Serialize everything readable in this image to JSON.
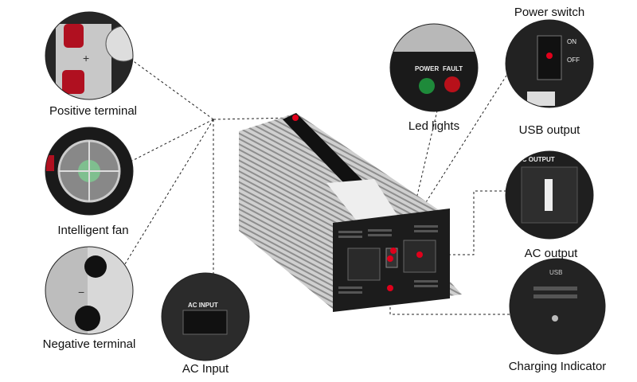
{
  "labels": {
    "positive_terminal": "Positive terminal",
    "intelligent_fan": "Intelligent fan",
    "negative_terminal": "Negative terminal",
    "ac_input": "AC Input",
    "led_lights": "Led lights",
    "power_switch": "Power switch",
    "usb_output": "USB output",
    "ac_output": "AC output",
    "charging_indicator": "Charging Indicator"
  },
  "detail_text": {
    "plus": "+",
    "minus": "−",
    "ac_input_panel": "AC INPUT",
    "power": "POWER",
    "fault": "FAULT",
    "on": "ON",
    "off": "OFF",
    "ac_output_panel": "AC OUTPUT",
    "usb": "USB"
  },
  "colors": {
    "marker": "#e0001b",
    "dash": "#222222"
  }
}
